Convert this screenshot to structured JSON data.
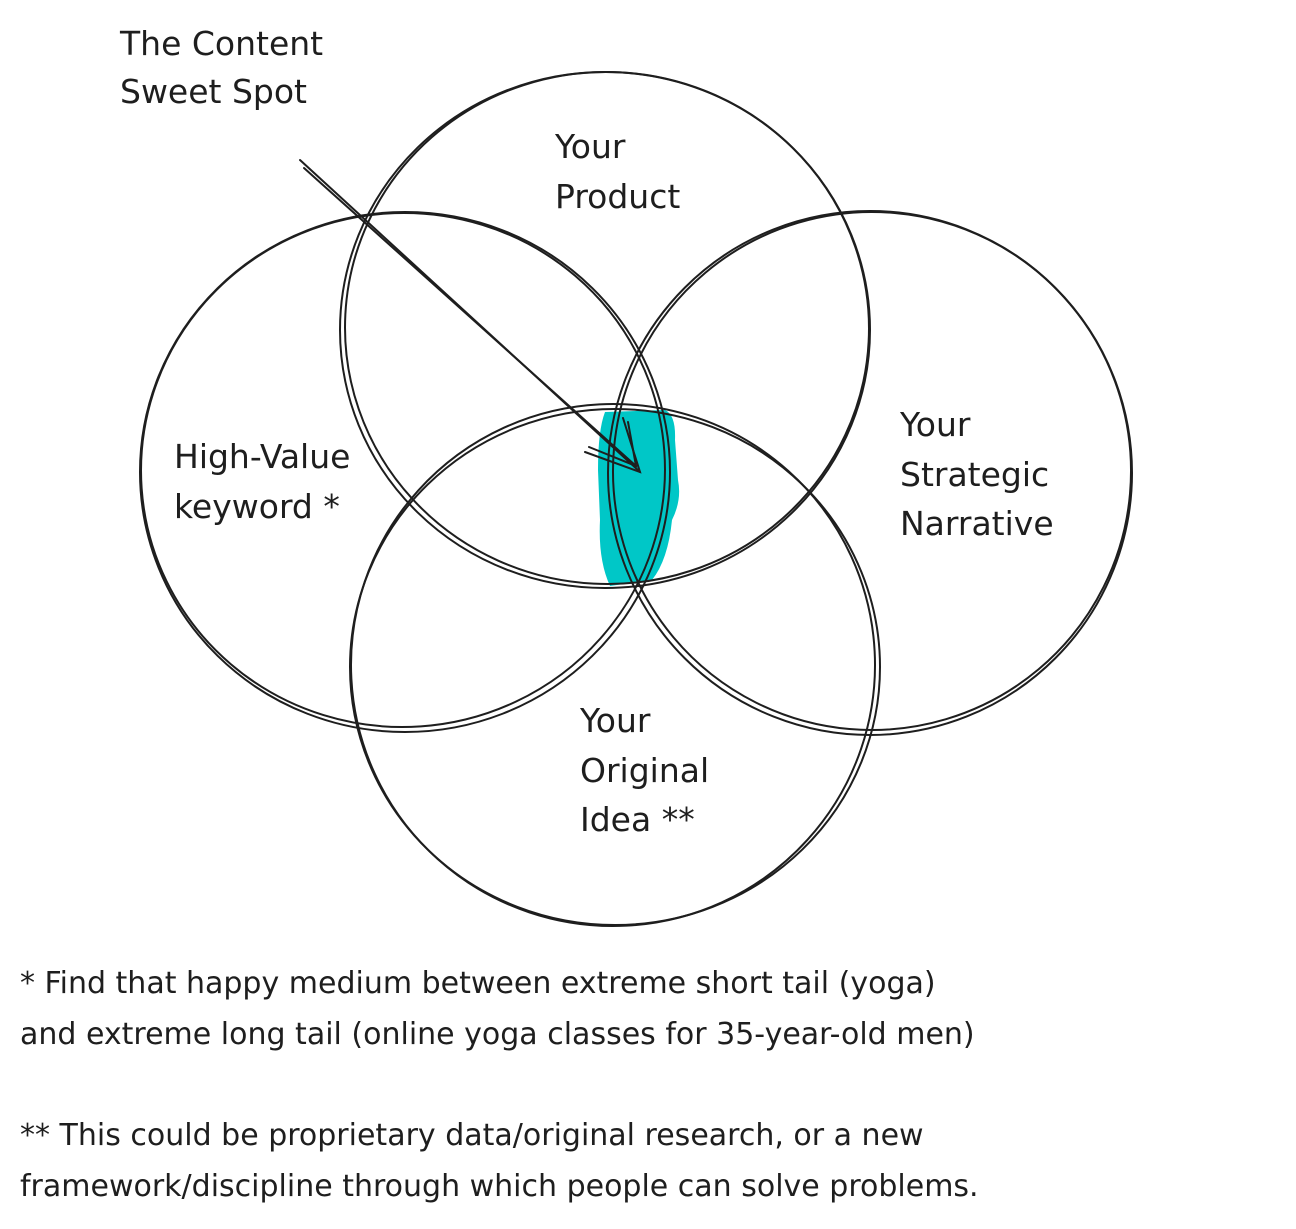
{
  "diagram": {
    "callout": "The Content\nSweet Spot",
    "circles": [
      {
        "id": "product",
        "label": "Your\nProduct"
      },
      {
        "id": "keyword",
        "label": "High-Value\nkeyword *"
      },
      {
        "id": "narrative",
        "label": "Your\nStrategic\nNarrative"
      },
      {
        "id": "idea",
        "label": "Your\nOriginal\nIdea **"
      }
    ],
    "highlight_color": "#00c7c7",
    "stroke_color": "#1e1e1e"
  },
  "footnotes": {
    "single": "* Find that happy medium between extreme short tail (yoga)\nand extreme long tail (online yoga classes for 35-year-old men)",
    "double": "** This could be proprietary data/original research, or a new\nframework/discipline through which people can solve problems."
  }
}
